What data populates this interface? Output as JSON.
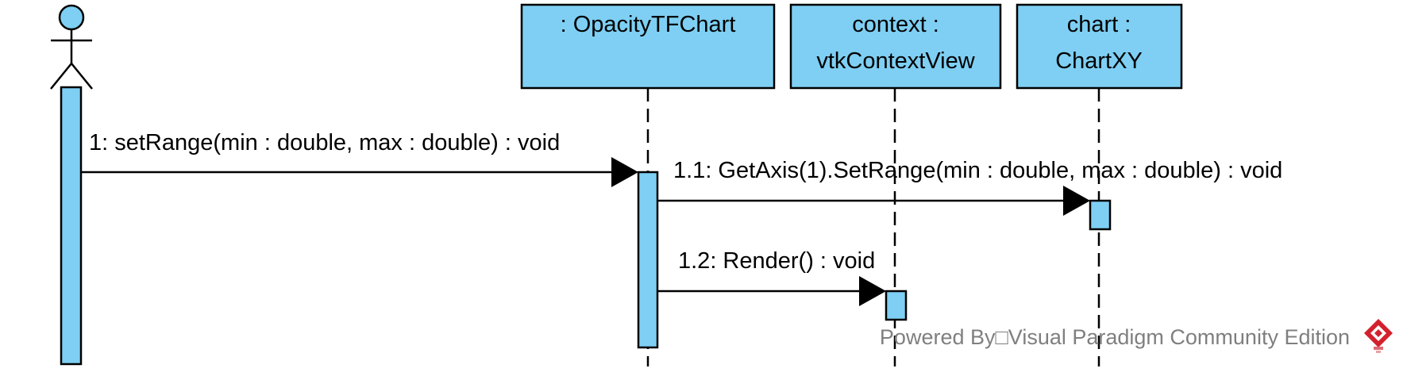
{
  "colors": {
    "fill": "#7ecff3",
    "stroke": "#000000",
    "watermark": "#7f7f7f",
    "logo_red": "#d3212d"
  },
  "participants": [
    {
      "id": "actor",
      "kind": "actor",
      "label": ""
    },
    {
      "id": "opacity",
      "kind": "object",
      "lines": [
        ": OpacityTFChart"
      ]
    },
    {
      "id": "context",
      "kind": "object",
      "lines": [
        "context :",
        "vtkContextView"
      ]
    },
    {
      "id": "chart",
      "kind": "object",
      "lines": [
        "chart :",
        "ChartXY"
      ]
    }
  ],
  "messages": [
    {
      "number": "1",
      "label": "1: setRange(min : double, max : double) : void",
      "from": "actor",
      "to": "opacity"
    },
    {
      "number": "1.1",
      "label": "1.1: GetAxis(1).SetRange(min : double, max : double) : void",
      "from": "opacity",
      "to": "chart"
    },
    {
      "number": "1.2",
      "label": "1.2: Render() : void",
      "from": "opacity",
      "to": "context"
    }
  ],
  "watermark": {
    "text": "Powered By□Visual Paradigm Community Edition",
    "icon": "visual-paradigm-logo-icon"
  }
}
